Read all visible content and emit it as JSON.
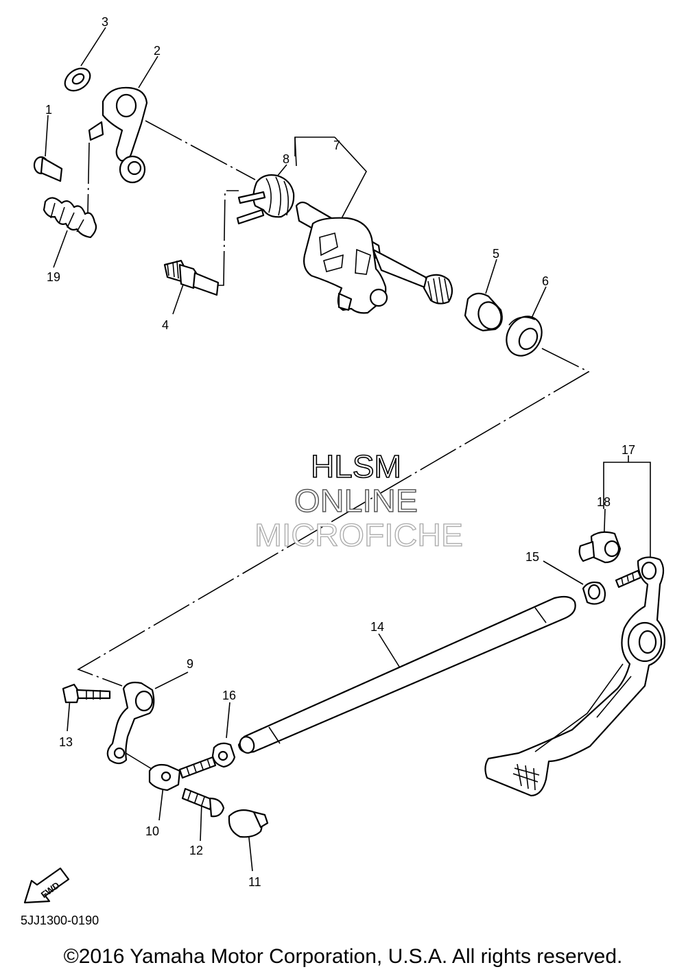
{
  "diagram": {
    "part_labels": {
      "p1": "1",
      "p2": "2",
      "p3": "3",
      "p4": "4",
      "p5": "5",
      "p6": "6",
      "p7": "7",
      "p8": "8",
      "p9": "9",
      "p10": "10",
      "p11": "11",
      "p12": "12",
      "p13": "13",
      "p14": "14",
      "p15": "15",
      "p16": "16",
      "p17": "17",
      "p18": "18",
      "p19": "19"
    },
    "watermark": {
      "line1": "HLSM",
      "line2": "ONLINE",
      "line3": "MICROFICHE"
    },
    "fwd_label": "FWD",
    "diagram_code": "5JJ1300-0190",
    "copyright": "©2016 Yamaha Motor Corporation, U.S.A. All rights reserved."
  }
}
